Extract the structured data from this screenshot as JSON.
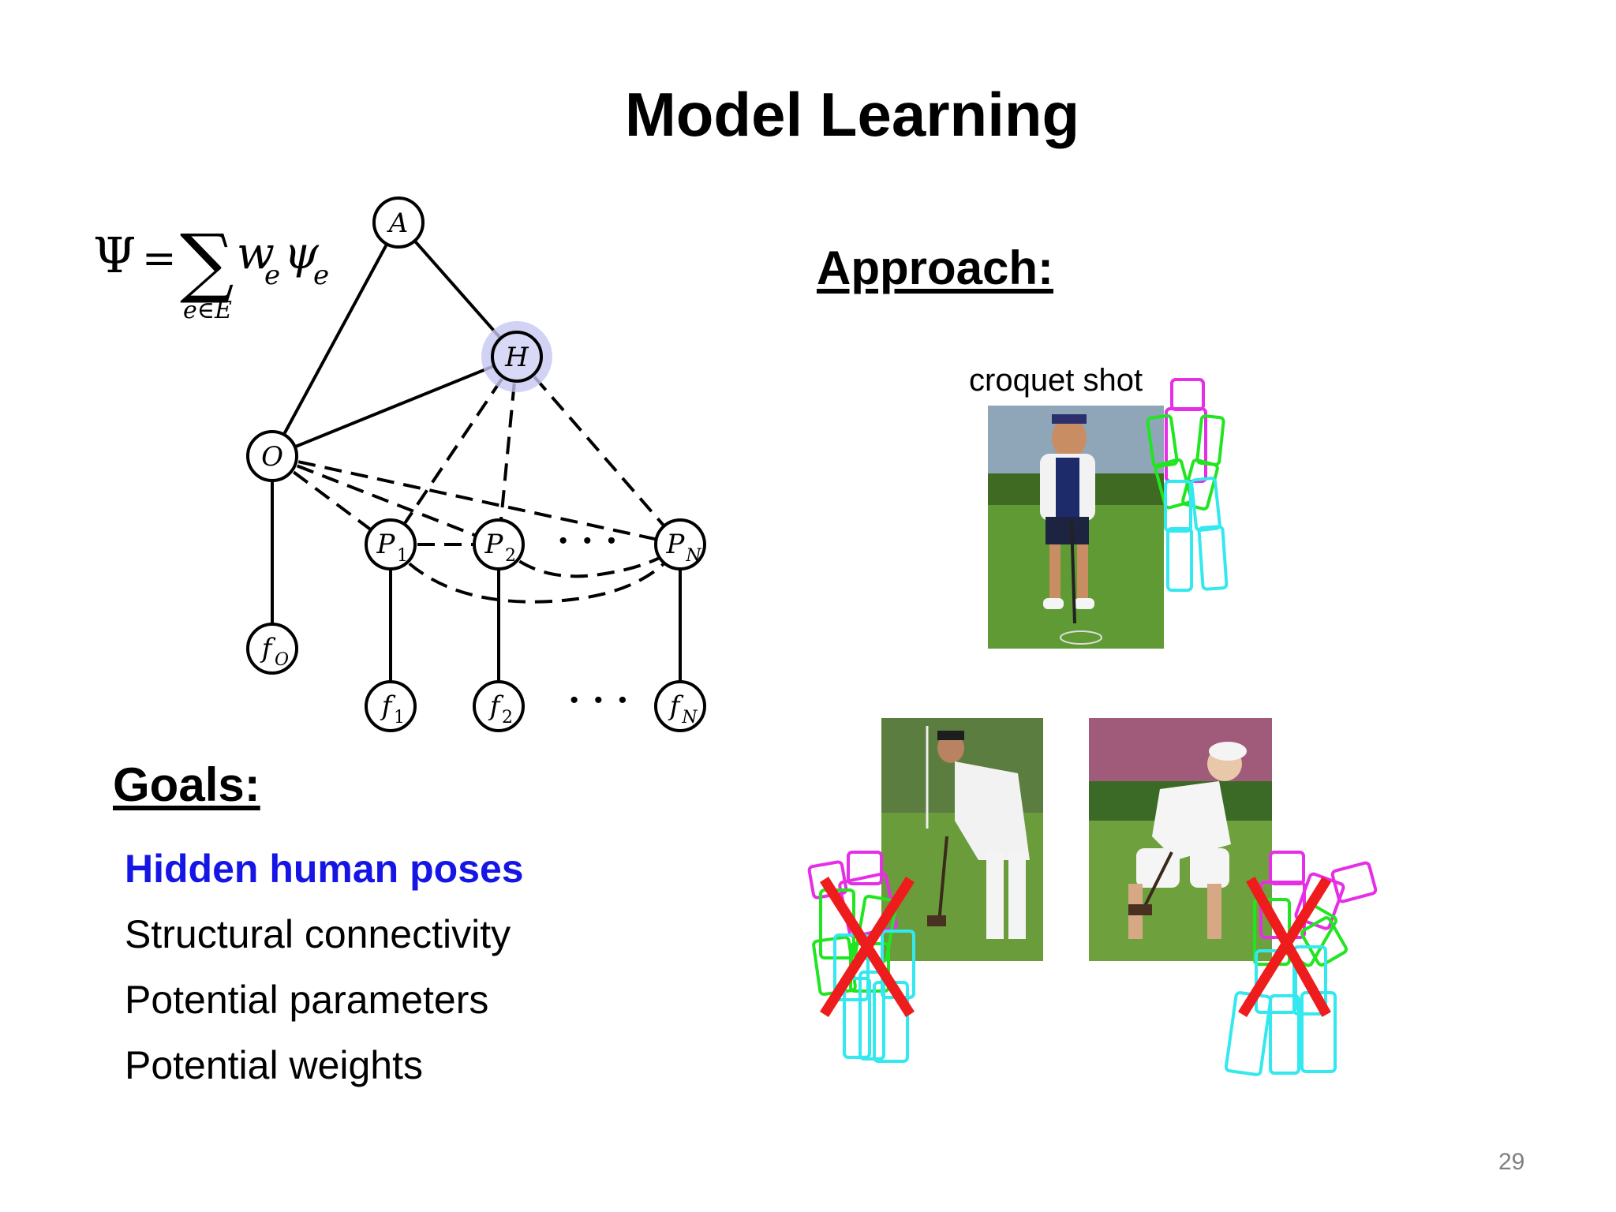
{
  "slide": {
    "title": "Model Learning",
    "page_number": "29"
  },
  "formula": {
    "lhs": "Ψ",
    "equals": "=",
    "sum_symbol": "∑",
    "term_w": "w",
    "term_w_sub": "e",
    "term_psi": "ψ",
    "term_psi_sub": "e",
    "sum_index": "e∈E"
  },
  "graph": {
    "nodes": {
      "A": "A",
      "H": "H",
      "O": "O",
      "P1": "P",
      "P1_sub": "1",
      "P2": "P",
      "P2_sub": "2",
      "PN": "P",
      "PN_sub": "N",
      "fO": "f",
      "fO_sub": "O",
      "f1": "f",
      "f1_sub": "1",
      "f2": "f",
      "f2_sub": "2",
      "fN": "f",
      "fN_sub": "N"
    },
    "ellipsis": "· · ·",
    "highlight_color": "#c7c7f2"
  },
  "goals": {
    "heading": "Goals:",
    "items": [
      {
        "text": "Hidden human poses",
        "color": "#1515e6",
        "bold": true
      },
      {
        "text": "Structural connectivity",
        "color": "#000000",
        "bold": false
      },
      {
        "text": "Potential parameters",
        "color": "#000000",
        "bold": false
      },
      {
        "text": "Potential weights",
        "color": "#000000",
        "bold": false
      }
    ]
  },
  "approach": {
    "heading": "Approach:",
    "croquet_label": "croquet shot"
  },
  "colors": {
    "head": "#e52ee5",
    "torso": "#22e522",
    "legs": "#33e8ee",
    "cross": "#ee1c1c"
  }
}
